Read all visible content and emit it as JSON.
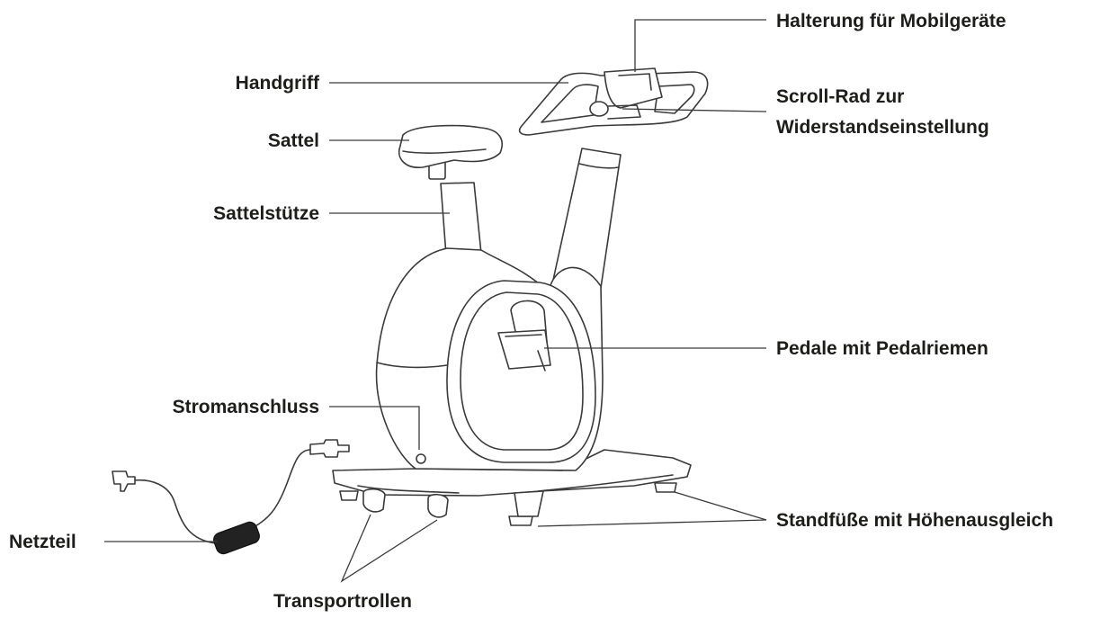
{
  "labels": {
    "mobile_holder": "Halterung für Mobilgeräte",
    "handle": "Handgriff",
    "scroll_wheel_line1": "Scroll-Rad zur",
    "scroll_wheel_line2": "Widerstandseinstellung",
    "saddle": "Sattel",
    "seat_post": "Sattelstütze",
    "pedals": "Pedale mit Pedalriemen",
    "power_port": "Stromanschluss",
    "power_supply": "Netzteil",
    "feet": "Standfüße mit Höhenausgleich",
    "wheels": "Transportrollen"
  },
  "colors": {
    "text": "#1d1d1b",
    "line": "#3a3a3a",
    "background": "#ffffff",
    "power_supply_body": "#222222"
  }
}
